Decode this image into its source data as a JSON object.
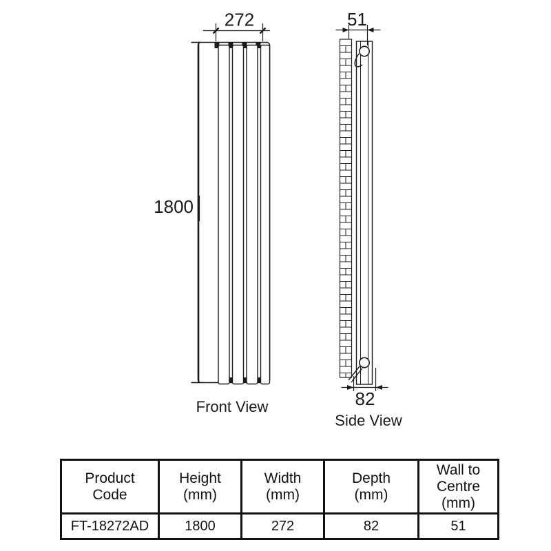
{
  "colors": {
    "line": "#1a1a1a",
    "background": "#ffffff"
  },
  "front_view": {
    "label": "Front View",
    "width_mm": "272",
    "height_mm": "1800"
  },
  "side_view": {
    "label": "Side View",
    "wall_to_centre_mm": "51",
    "depth_mm": "82"
  },
  "table": {
    "headers": [
      {
        "line1": "Product",
        "line2": "Code"
      },
      {
        "line1": "Height",
        "line2": "(mm)"
      },
      {
        "line1": "Width",
        "line2": "(mm)"
      },
      {
        "line1": "Depth",
        "line2": "(mm)"
      },
      {
        "line1": "Wall to",
        "line2": "Centre",
        "line3": "(mm)"
      }
    ],
    "row": [
      "FT-18272AD",
      "1800",
      "272",
      "82",
      "51"
    ]
  }
}
